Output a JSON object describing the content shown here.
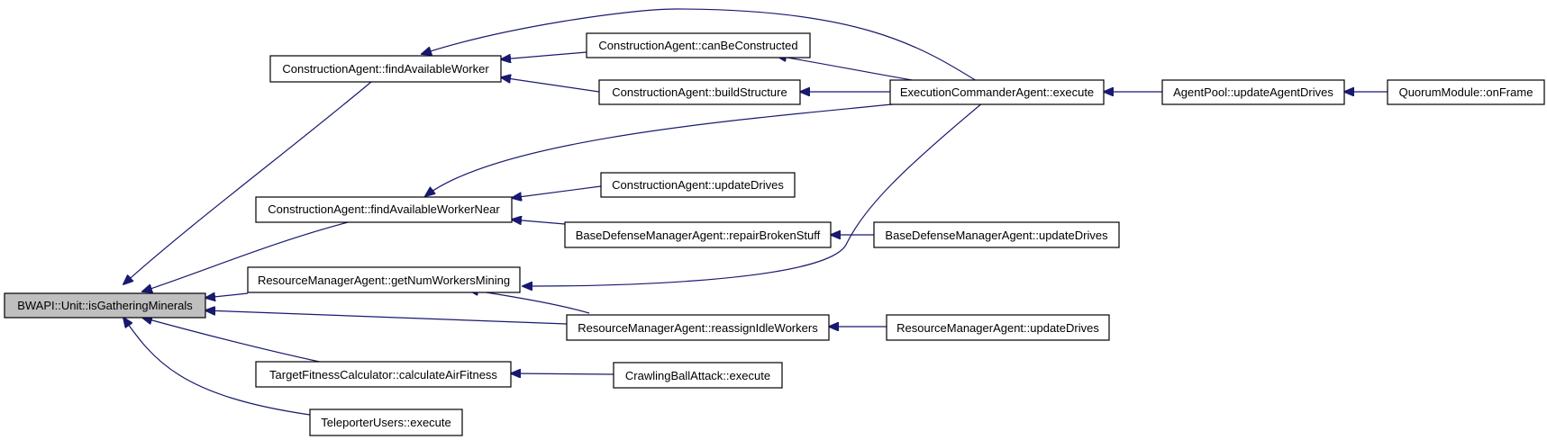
{
  "colors": {
    "edge": "#191970",
    "node_border": "#000000",
    "node_fill": "#ffffff",
    "highlight_fill": "#bfbfbf",
    "background": "#ffffff"
  },
  "nodes": [
    {
      "id": "is_gathering",
      "label": "BWAPI::Unit::isGatheringMinerals",
      "highlight": true
    },
    {
      "id": "find_worker",
      "label": "ConstructionAgent::findAvailableWorker"
    },
    {
      "id": "can_be_constructed",
      "label": "ConstructionAgent::canBeConstructed"
    },
    {
      "id": "build_structure",
      "label": "ConstructionAgent::buildStructure"
    },
    {
      "id": "exec_commander",
      "label": "ExecutionCommanderAgent::execute"
    },
    {
      "id": "agentpool_update",
      "label": "AgentPool::updateAgentDrives"
    },
    {
      "id": "quorum_onframe",
      "label": "QuorumModule::onFrame"
    },
    {
      "id": "find_worker_near",
      "label": "ConstructionAgent::findAvailableWorkerNear"
    },
    {
      "id": "construction_update",
      "label": "ConstructionAgent::updateDrives"
    },
    {
      "id": "repair_broken",
      "label": "BaseDefenseManagerAgent::repairBrokenStuff"
    },
    {
      "id": "basedef_update",
      "label": "BaseDefenseManagerAgent::updateDrives"
    },
    {
      "id": "rm_getnum",
      "label": "ResourceManagerAgent::getNumWorkersMining"
    },
    {
      "id": "rm_reassign",
      "label": "ResourceManagerAgent::reassignIdleWorkers"
    },
    {
      "id": "rm_update",
      "label": "ResourceManagerAgent::updateDrives"
    },
    {
      "id": "tfc_air",
      "label": "TargetFitnessCalculator::calculateAirFitness"
    },
    {
      "id": "crawling_exec",
      "label": "CrawlingBallAttack::execute"
    },
    {
      "id": "teleporter_exec",
      "label": "TeleporterUsers::execute"
    }
  ],
  "edges": [
    {
      "from": "find_worker",
      "to": "is_gathering"
    },
    {
      "from": "find_worker_near",
      "to": "is_gathering"
    },
    {
      "from": "rm_getnum",
      "to": "is_gathering"
    },
    {
      "from": "rm_reassign",
      "to": "is_gathering"
    },
    {
      "from": "tfc_air",
      "to": "is_gathering"
    },
    {
      "from": "teleporter_exec",
      "to": "is_gathering"
    },
    {
      "from": "can_be_constructed",
      "to": "find_worker"
    },
    {
      "from": "build_structure",
      "to": "find_worker"
    },
    {
      "from": "exec_commander",
      "to": "find_worker"
    },
    {
      "from": "exec_commander",
      "to": "can_be_constructed"
    },
    {
      "from": "exec_commander",
      "to": "build_structure"
    },
    {
      "from": "exec_commander",
      "to": "find_worker_near"
    },
    {
      "from": "exec_commander",
      "to": "rm_getnum"
    },
    {
      "from": "agentpool_update",
      "to": "exec_commander"
    },
    {
      "from": "quorum_onframe",
      "to": "agentpool_update"
    },
    {
      "from": "construction_update",
      "to": "find_worker_near"
    },
    {
      "from": "repair_broken",
      "to": "find_worker_near"
    },
    {
      "from": "basedef_update",
      "to": "repair_broken"
    },
    {
      "from": "rm_reassign",
      "to": "rm_getnum"
    },
    {
      "from": "rm_update",
      "to": "rm_reassign"
    },
    {
      "from": "crawling_exec",
      "to": "tfc_air"
    }
  ]
}
